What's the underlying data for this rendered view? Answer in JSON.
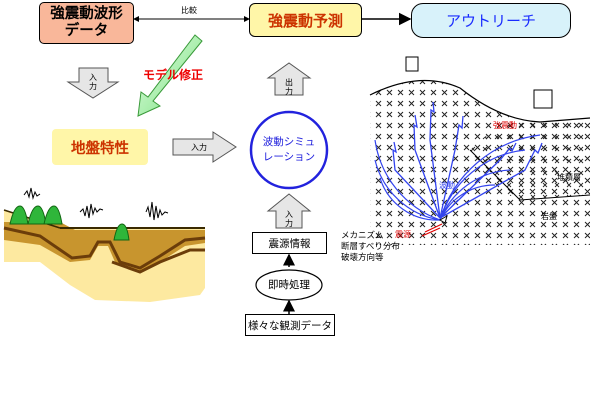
{
  "boxes": {
    "waveform_data": [
      "強震動波形",
      "データ"
    ],
    "prediction": "強震動予測",
    "outreach": "アウトリーチ",
    "ground_property": "地盤特性",
    "wave_sim": [
      "波動シミュ",
      "レーション"
    ],
    "source_info": "震源情報",
    "instant_processing": "即時処理",
    "observation_data": "様々な観測データ"
  },
  "arrows": {
    "compare": "比較",
    "model_fix": "モデル修正",
    "input_left": "入力",
    "input_right": "入力",
    "input_bottom": "入力",
    "output_top": "出力"
  },
  "source_notes": [
    "メカニズム",
    "断層すべり分布",
    "破壊方向等"
  ],
  "illustration": {
    "strong_motion": "強震動",
    "sediment": "堆積層",
    "wave": "波動",
    "bedrock": "岩盤",
    "hypocenter": "震源"
  },
  "colors": {
    "waveform_box": "#f9b79a",
    "prediction_box": "#fff6a8",
    "outreach_box": "#d8f2fa",
    "ground_box": "#fff6a8",
    "sim_circle": "#2222dd",
    "model_fix_text": "#ee0000",
    "wave_blue": "#3344ee",
    "strong_red": "#dd0000"
  }
}
